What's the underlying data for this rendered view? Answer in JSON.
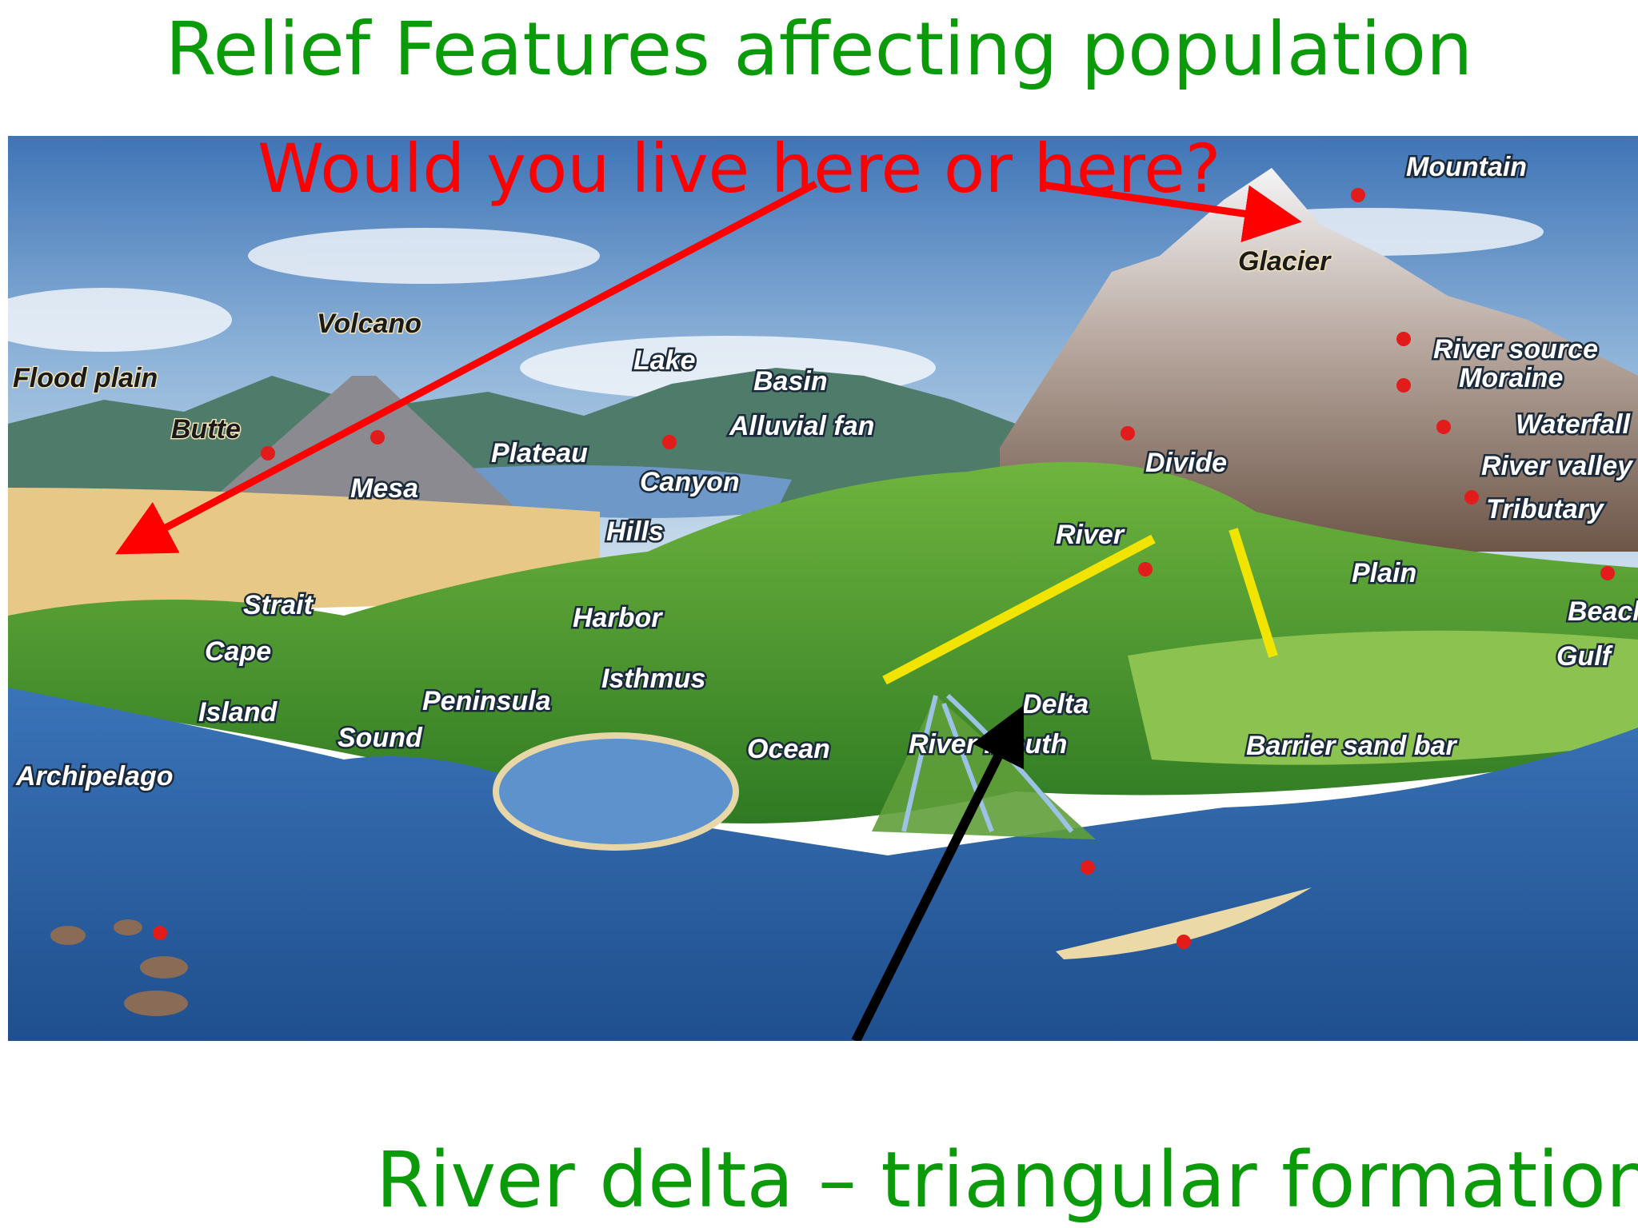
{
  "title": "Relief Features affecting population",
  "question": "Would you live here or here?",
  "caption": "River delta – triangular formation",
  "colors": {
    "heading_green": "#0a9a0a",
    "question_red": "#ff0000",
    "arrow_red": "#ff0000",
    "arrow_black": "#000000",
    "delta_outline_yellow": "#f0e400"
  },
  "map_labels": {
    "mountain": "Mountain",
    "glacier": "Glacier",
    "river_source": "River source",
    "moraine": "Moraine",
    "waterfall": "Waterfall",
    "river_valley": "River valley",
    "tributary": "Tributary",
    "volcano": "Volcano",
    "flood_plain": "Flood plain",
    "lake": "Lake",
    "basin": "Basin",
    "alluvial_fan": "Alluvial fan",
    "butte": "Butte",
    "plateau": "Plateau",
    "canyon": "Canyon",
    "mesa": "Mesa",
    "divide": "Divide",
    "hills": "Hills",
    "river": "River",
    "plain": "Plain",
    "beach": "Beach",
    "gulf": "Gulf",
    "strait": "Strait",
    "harbor": "Harbor",
    "cape": "Cape",
    "isthmus": "Isthmus",
    "peninsula": "Peninsula",
    "island": "Island",
    "sound": "Sound",
    "river_mouth": "River mouth",
    "delta": "Delta",
    "ocean": "Ocean",
    "barrier_sand_bar": "Barrier sand bar",
    "archipelago": "Archipelago"
  }
}
